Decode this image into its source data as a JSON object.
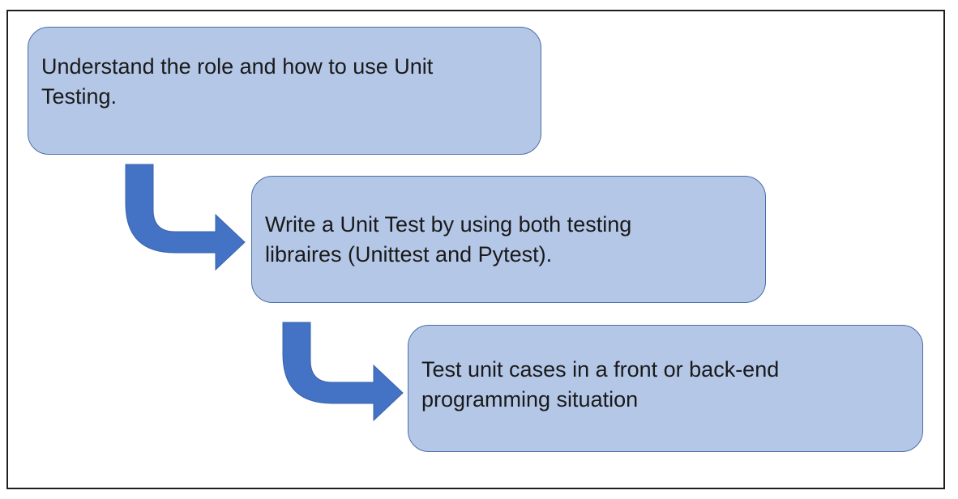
{
  "diagram": {
    "steps": [
      {
        "text": "Understand the role and how to use Unit\nTesting."
      },
      {
        "text": "Write a Unit Test by using both testing\nlibraires (Unittest and Pytest)."
      },
      {
        "text": "Test unit cases in a front or back-end\nprogramming situation"
      }
    ],
    "colors": {
      "box_fill": "#b4c7e7",
      "box_border": "#4a6fa8",
      "arrow_fill": "#4472c4",
      "frame_border": "#1f1f1f"
    }
  }
}
